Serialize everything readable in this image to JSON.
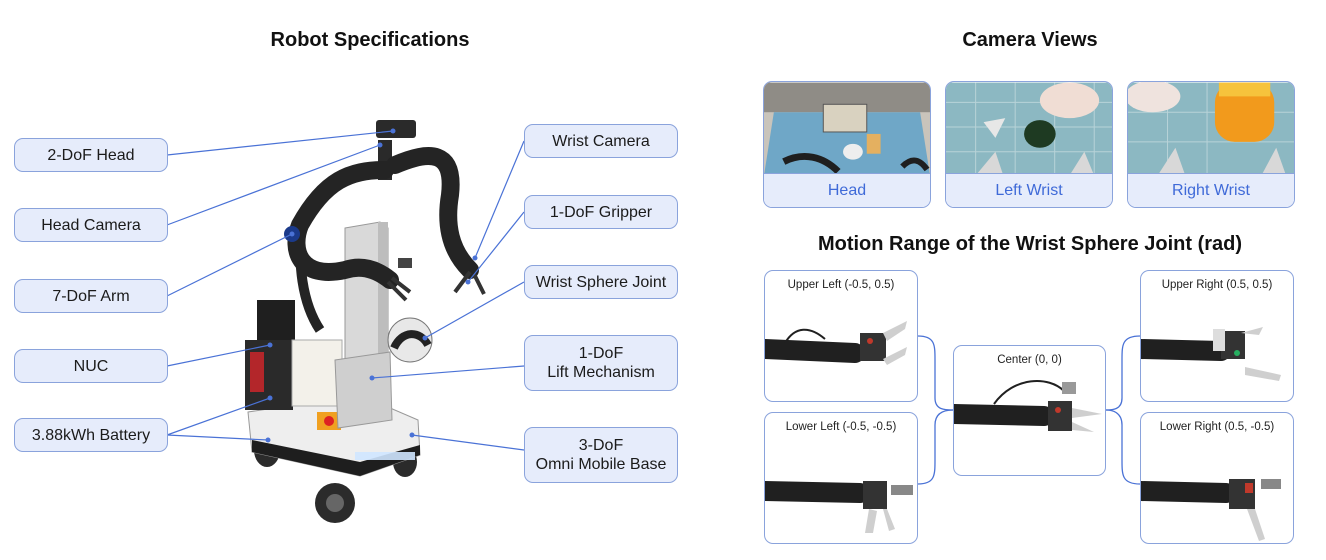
{
  "specs": {
    "title": "Robot Specifications",
    "labels": {
      "head": "2-DoF Head",
      "head_camera": "Head Camera",
      "arm": "7-DoF Arm",
      "nuc": "NUC",
      "battery": "3.88kWh Battery",
      "wrist_camera": "Wrist Camera",
      "gripper": "1-DoF Gripper",
      "wrist_joint": "Wrist Sphere Joint",
      "lift_line1": "1-DoF",
      "lift_line2": "Lift Mechanism",
      "base_line1": "3-DoF",
      "base_line2": "Omni Mobile Base"
    }
  },
  "cameras": {
    "title": "Camera Views",
    "views": [
      "Head",
      "Left Wrist",
      "Right Wrist"
    ]
  },
  "motion": {
    "title": "Motion Range of the Wrist Sphere Joint (rad)",
    "poses": {
      "upper_left": "Upper Left (-0.5, 0.5)",
      "lower_left": "Lower Left (-0.5, -0.5)",
      "center": "Center (0, 0)",
      "upper_right": "Upper Right (0.5, 0.5)",
      "lower_right": "Lower Right (0.5, -0.5)"
    }
  },
  "colors": {
    "accent": "#3f6ad8",
    "label_fill": "#e6ecfb",
    "label_border": "#8aa3dc",
    "line": "#4a72d6"
  }
}
